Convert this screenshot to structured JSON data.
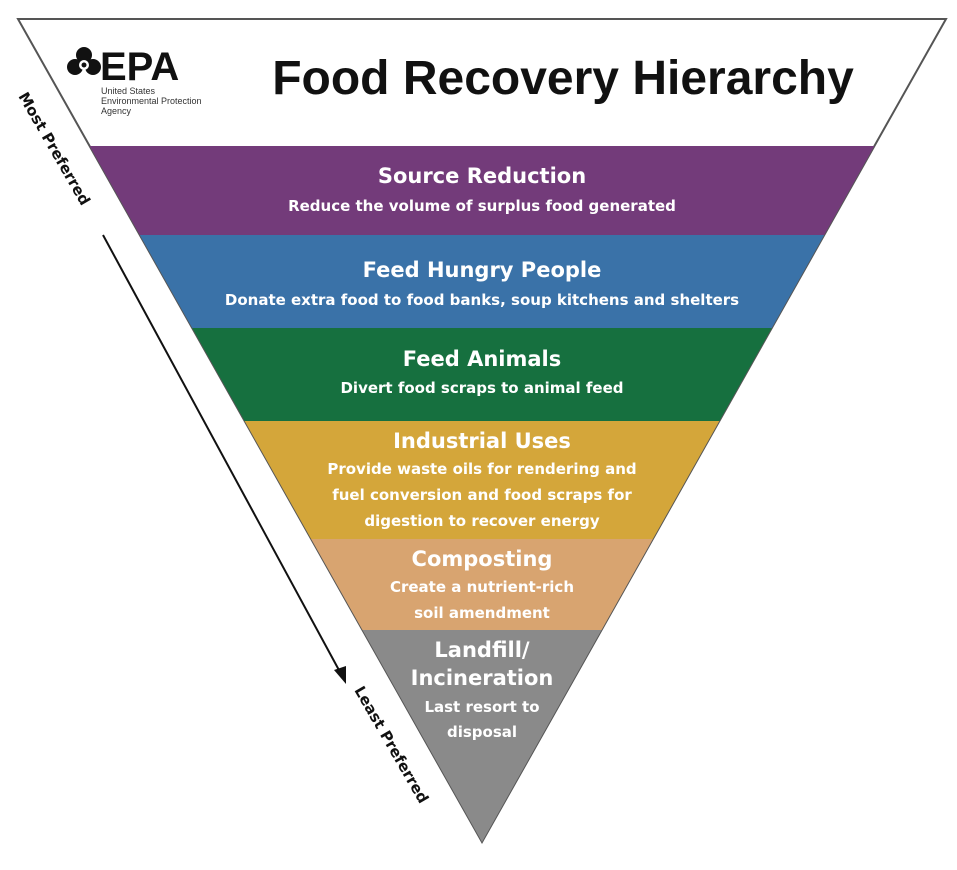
{
  "header": {
    "title": "Food Recovery Hierarchy",
    "logo": {
      "wordmark": "EPA",
      "agency_lines": [
        "United States",
        "Environmental Protection",
        "Agency"
      ]
    }
  },
  "axis": {
    "top_label": "Most Preferred",
    "bottom_label": "Least Preferred"
  },
  "layers": [
    {
      "title_lines": [
        "Source Reduction"
      ],
      "desc_lines": [
        "Reduce the volume of surplus food generated"
      ],
      "color": "#733b7a"
    },
    {
      "title_lines": [
        "Feed Hungry People"
      ],
      "desc_lines": [
        "Donate extra food to food banks, soup kitchens and shelters"
      ],
      "color": "#3a72a8"
    },
    {
      "title_lines": [
        "Feed Animals"
      ],
      "desc_lines": [
        "Divert food scraps to animal feed"
      ],
      "color": "#16703f"
    },
    {
      "title_lines": [
        "Industrial Uses"
      ],
      "desc_lines": [
        "Provide waste oils for rendering and",
        "fuel conversion and food scraps for",
        "digestion to recover energy"
      ],
      "color": "#d4a63a"
    },
    {
      "title_lines": [
        "Composting"
      ],
      "desc_lines": [
        "Create a nutrient-rich",
        "soil amendment"
      ],
      "color": "#d8a470"
    },
    {
      "title_lines": [
        "Landfill/",
        "Incineration"
      ],
      "desc_lines": [
        "Last resort to",
        "disposal"
      ],
      "color": "#8a8a8a"
    }
  ],
  "colors": {
    "background": "#ffffff",
    "triangle_top": "#ffffff",
    "outline": "#555555"
  }
}
